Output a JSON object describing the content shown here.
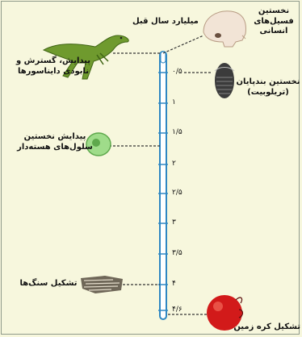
{
  "header": {
    "axis_title": "میلیارد سال قبل"
  },
  "events": {
    "human_fossils": "نخستین\nفسیل‌های انسانی",
    "dinosaurs": "پیدایش، گسترش و\nنابودی دایناسورها",
    "arthropods": "نخستین بندپایان\n(تریلوبیت)",
    "eukaryotic_cells": "پیدایش نخستین\nسلول‌های هسته‌دار",
    "rocks": "تشکیل سنگ‌ها",
    "earth": "تشکیل کره زمین"
  },
  "ticks": [
    "۰/۵",
    "۱",
    "۱/۵",
    "۲",
    "۲/۵",
    "۳",
    "۳/۵",
    "۴",
    "۴/۶"
  ],
  "icons": [
    "skull-icon",
    "dinosaur-icon",
    "trilobite-icon",
    "cell-icon",
    "rock-icon",
    "earth-icon"
  ],
  "colors": {
    "background": "#f7f7dd",
    "bar": "#2e87c2",
    "earth": "#d21a1a"
  }
}
